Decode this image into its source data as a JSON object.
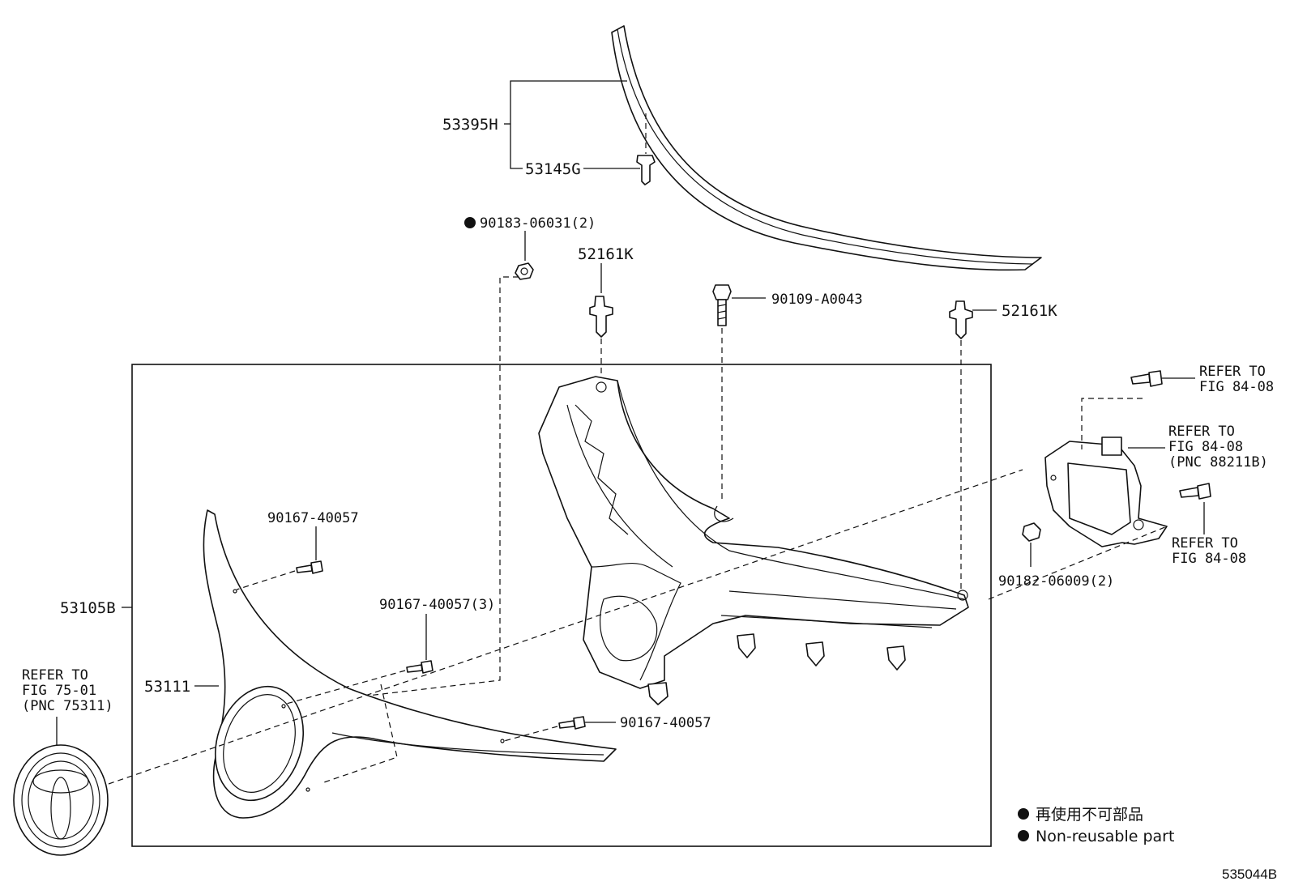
{
  "callouts": {
    "p53395H": "53395H",
    "p53145G": "53145G",
    "p90183": "90183-06031(2)",
    "p52161K_left": "52161K",
    "p90109": "90109-A0043",
    "p52161K_right": "52161K",
    "p90167_a": "90167-40057",
    "p90167_b": "90167-40057(3)",
    "p90167_c": "90167-40057",
    "p53105B": "53105B",
    "p53111": "53111",
    "p90182": "90182-06009(2)"
  },
  "refs": {
    "emblem": [
      "REFER TO",
      "FIG 75-01",
      "(PNC 75311)"
    ],
    "bolt_top": [
      "REFER TO",
      "FIG 84-08"
    ],
    "sensor": [
      "REFER TO",
      "FIG 84-08",
      "(PNC 88211B)"
    ],
    "bolt_right": [
      "REFER TO",
      "FIG 84-08"
    ]
  },
  "legend": {
    "japanese": "再使用不可部品",
    "english": "Non-reusable part"
  },
  "diagram_code": "535044B"
}
